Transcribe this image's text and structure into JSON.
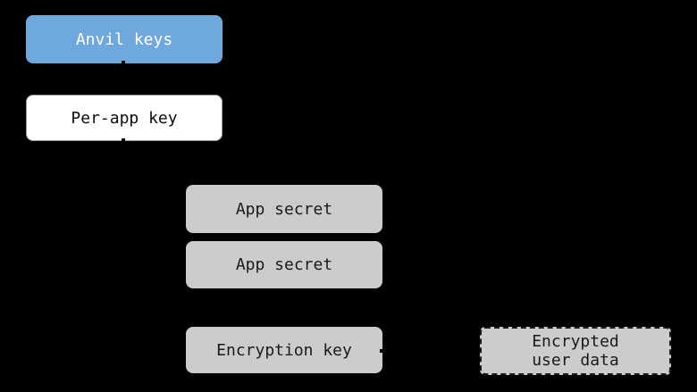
{
  "diagram": {
    "background": "#000000",
    "colors": {
      "node_blue": "#6fa8dc",
      "node_gray": "#cccccc",
      "node_white": "#ffffff",
      "text_on_blue": "#ffffff",
      "text_on_light": "#1a1a1a",
      "dashed_border": "#1a1a1a"
    },
    "nodes": {
      "anvil_keys": {
        "label": "Anvil keys",
        "fill": "#6fa8dc",
        "border_style": "none"
      },
      "per_app_key": {
        "label": "Per-app key",
        "fill": "#ffffff",
        "border_style": "solid"
      },
      "app_secret_1": {
        "label": "App secret",
        "fill": "#cccccc",
        "border_style": "none"
      },
      "app_secret_2": {
        "label": "App secret",
        "fill": "#cccccc",
        "border_style": "none"
      },
      "encryption_key": {
        "label": "Encryption key",
        "fill": "#cccccc",
        "border_style": "none"
      },
      "encrypted_user_data": {
        "label": "Encrypted\nuser data",
        "fill": "#cccccc",
        "border_style": "dashed"
      }
    }
  }
}
